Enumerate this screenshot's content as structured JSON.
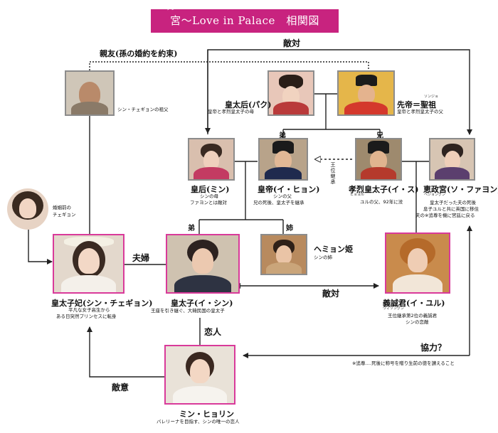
{
  "title": {
    "text": "宮〜Love in Palace　相関図",
    "ruby": "クン"
  },
  "relations": {
    "enemy_top": "敵対",
    "best_friend": "親友(孫の婚約を約束)",
    "younger_brother": "弟",
    "older_brother": "兄",
    "succession": "王位継承",
    "married": "夫婦",
    "younger_brother_2": "弟",
    "older_sister": "姉",
    "enemy_mid": "敵対",
    "lover": "恋人",
    "hostility": "敵意",
    "cooperation": "協力？"
  },
  "people": {
    "grandfather": {
      "caption": "シン・チェギョンの祖父"
    },
    "grand_empress": {
      "name": "皇太后(パク)",
      "caption": "皇帝と孝烈皇太子の母"
    },
    "late_emperor": {
      "name": "先帝＝聖祖",
      "ruby": "ソンジョ",
      "caption": "皇帝と孝烈皇太子の父"
    },
    "empress": {
      "name": "皇后(ミン)",
      "caption1": "シンの母",
      "caption2": "ファヨンとは敵対"
    },
    "emperor": {
      "name": "皇帝(イ・ヒョン)",
      "caption1": "シンの父",
      "caption2": "兄の死後、皇太子を継承"
    },
    "crown_prince_h": {
      "name": "孝烈皇太子(イ・ス)",
      "ruby": "ヒョヨル",
      "caption": "ユルの父、92年に没"
    },
    "hyejeong": {
      "name": "恵政宮(ソ・ファヨン)",
      "ruby": "ヘジョングン",
      "caption1": "皇太子だった夫の死後",
      "caption2": "息子ユルと共に英国に移住",
      "caption3": "夫の※追尊を機に宮廷に戻る"
    },
    "young_chaegyeong": {
      "caption1": "婚姻前の",
      "caption2": "チェギョン"
    },
    "princess_consort": {
      "name": "皇太子妃(シン・チェギョン)",
      "caption1": "平凡な女子高生から",
      "caption2": "ある日突然プリンセスに転身"
    },
    "crown_prince": {
      "name": "皇太子(イ・シン)",
      "caption": "王座を引き継ぐ、大韓民国の皇太子"
    },
    "princess_hyemyeong": {
      "name": "ヘミョン姫",
      "caption": "シンの姉"
    },
    "uiseong": {
      "name": "義誠君(イ・ユル)",
      "ruby": "ウィソングン",
      "caption1": "王位継承第2位の義誠君",
      "caption2": "シンの恋敵"
    },
    "min_hyorin": {
      "name": "ミン・ヒョリン",
      "caption": "バレリーナを目指す、シンの唯一の恋人"
    }
  },
  "footnote": "※追尊‥‥死後に称号を贈り生前の徳を讃えること",
  "colors": {
    "title_bg": "#c8237f",
    "pink_border": "#d93a9a",
    "gray_border": "#8c8c8c",
    "line": "#222222"
  }
}
